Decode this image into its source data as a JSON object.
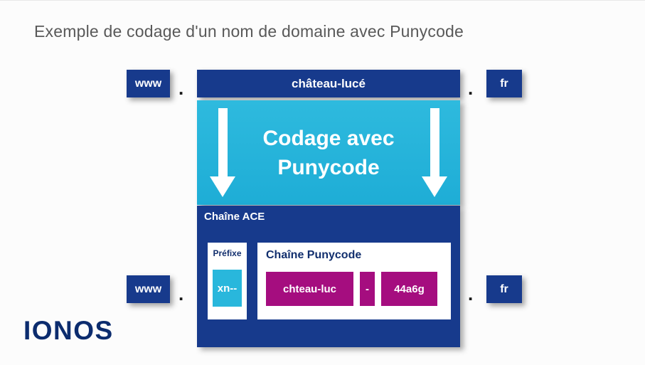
{
  "page": {
    "title": "Exemple de codage d'un nom de domaine avec Punycode"
  },
  "colors": {
    "dark_blue": "#173a8c",
    "cyan": "#29b7dc",
    "magenta": "#a50d7f",
    "logo_navy": "#0c2c6e",
    "title_gray": "#595959"
  },
  "top_row": {
    "www": "www",
    "dot1": ".",
    "domain": "château-lucé",
    "dot2": ".",
    "tld": "fr"
  },
  "encoding": {
    "label_line1": "Codage avec",
    "label_line2": "Punycode"
  },
  "ace": {
    "label": "Chaîne ACE",
    "prefix": {
      "label": "Préfixe",
      "value": "xn--"
    },
    "punycode": {
      "label": "Chaîne Punycode",
      "parts": [
        "chteau-luc",
        "-",
        "44a6g"
      ]
    }
  },
  "bottom_row": {
    "www": "www",
    "dot1": ".",
    "dot2": ".",
    "tld": "fr"
  },
  "brand": {
    "logo": "IONOS"
  }
}
